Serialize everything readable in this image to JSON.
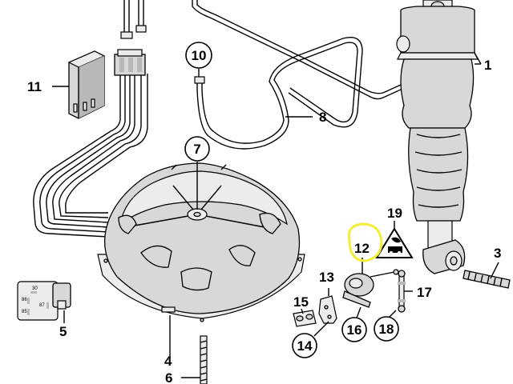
{
  "diagram": {
    "callouts": {
      "p1": "1",
      "p3": "3",
      "p4": "4",
      "p5": "5",
      "p6": "6",
      "p7": "7",
      "p8": "8",
      "p10": "10",
      "p11": "11",
      "p12": "12",
      "p13": "13",
      "p14": "14",
      "p15": "15",
      "p16": "16",
      "p17": "17",
      "p18": "18",
      "p19": "19"
    },
    "relay_pins": {
      "a": "30",
      "b": "86",
      "c": "85",
      "d": "87"
    },
    "highlight_color": "#f2ee3a"
  }
}
